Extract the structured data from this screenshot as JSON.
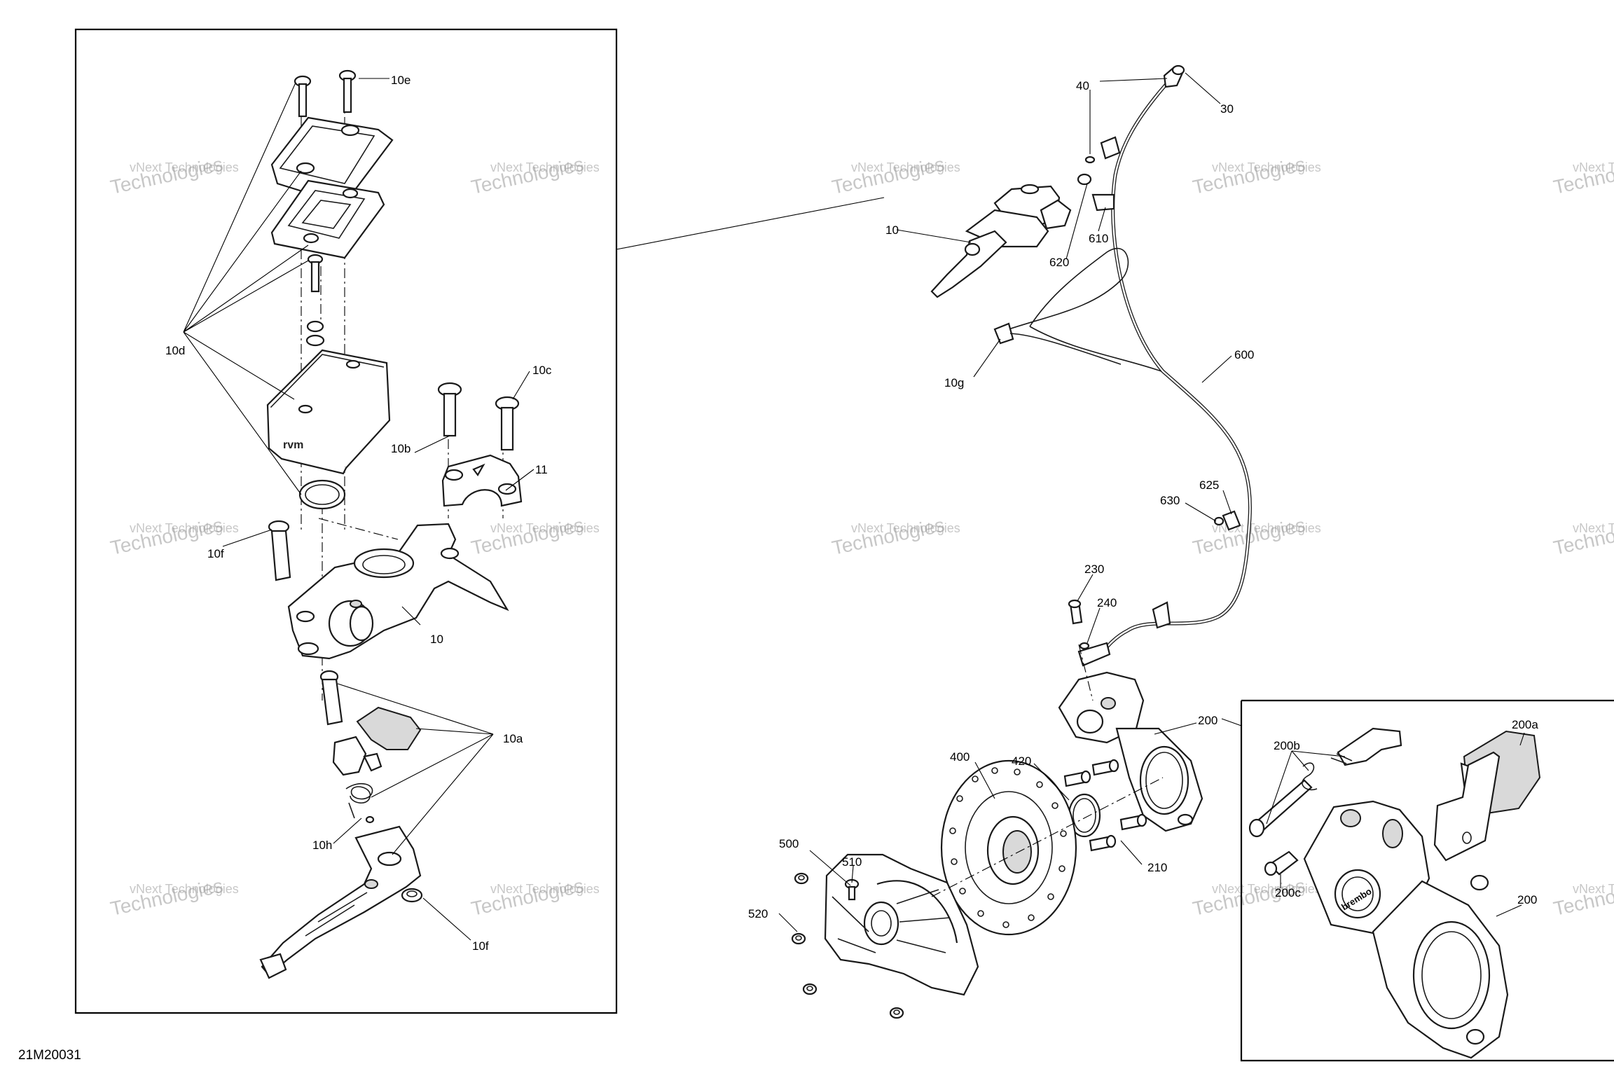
{
  "figure_code": "21M20031",
  "watermark": {
    "line1": "vNext Technologies",
    "line2": "Technologies"
  },
  "callouts": {
    "c10e": "10e",
    "c10d": "10d",
    "c10c": "10c",
    "c10b": "10b",
    "c11": "11",
    "c10f_upper": "10f",
    "c10_detail": "10",
    "c10a": "10a",
    "c10h": "10h",
    "c10f_lower": "10f",
    "c40": "40",
    "c30": "30",
    "c10": "10",
    "c620": "620",
    "c610": "610",
    "c10g": "10g",
    "c600": "600",
    "c625": "625",
    "c630": "630",
    "c230": "230",
    "c240": "240",
    "c200": "200",
    "c400": "400",
    "c420": "420",
    "c510": "510",
    "c500": "500",
    "c520": "520",
    "c210": "210",
    "c200b": "200b",
    "c200a": "200a",
    "c200c": "200c",
    "c200_inset": "200"
  },
  "logo_text": "brembo"
}
